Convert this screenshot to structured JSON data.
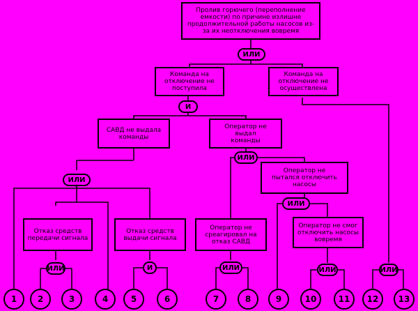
{
  "colors": {
    "background": "#ff00ff",
    "line": "#000000"
  },
  "events": {
    "top": "Пролив горючего (переполнение емкости) по причине излишне продолжительной работы насосов из-за их неотключения вовремя",
    "cmd_not_received": "Команда на\nотключение не\nпоступила",
    "cmd_not_executed": "Команда на\nотключение не\nосуществлена",
    "savd_no_cmd": "САВД не выдала\nкоманды",
    "op_no_cmd": "Оператор не выдал\nкоманды",
    "op_no_try": "Оператор не\nпытался отключить\nнасосы",
    "fail_transmit": "Отказ средств\nпередачи сигнала",
    "fail_issue": "Отказ средств\nвыдачи сигнала",
    "op_no_react": "Оператор не\nсреагировал на\nотказ САВД",
    "op_cannot": "Оператор не смог\nотключить насосы\nвовремя"
  },
  "gates": {
    "g_top": "ИЛИ",
    "g_and1": "И",
    "g_or_op": "ИЛИ",
    "g_or_savd": "ИЛИ",
    "g_or_try": "ИЛИ",
    "g_or_23": "ИЛИ",
    "g_and_56": "И",
    "g_or_78": "ИЛИ",
    "g_or_1011": "ИЛИ",
    "g_or_1213": "ИЛИ"
  },
  "leaves": [
    "1",
    "2",
    "3",
    "4",
    "5",
    "6",
    "7",
    "8",
    "9",
    "10",
    "11",
    "12",
    "13"
  ]
}
